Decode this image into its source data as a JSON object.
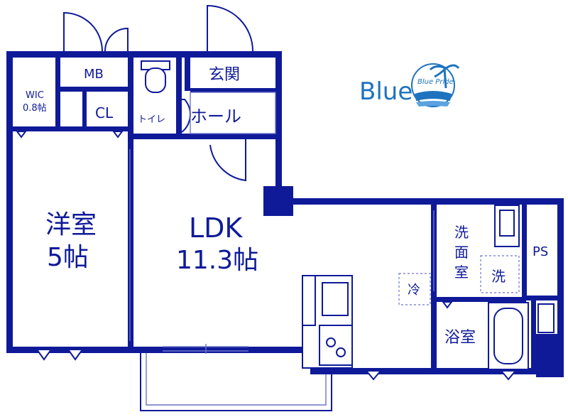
{
  "logo": {
    "text": "Blue",
    "badge_text": "Blue Pride",
    "brand_color": "#1e73be"
  },
  "colors": {
    "wall": "#0f1a99",
    "background": "#ffffff"
  },
  "rooms": {
    "western_room": {
      "name": "洋室",
      "size": "5帖"
    },
    "ldk": {
      "name": "LDK",
      "size": "11.3帖"
    },
    "wic": {
      "name": "WIC",
      "size": "0.8帖"
    },
    "mb": "MB",
    "cl": "CL",
    "toilet": "トイレ",
    "entrance": "玄関",
    "hall": "ホール",
    "washroom": "洗\n面\n室",
    "washroom_lines": [
      "洗",
      "面",
      "室"
    ],
    "ps": "PS",
    "fridge": "冷",
    "washer": "洗",
    "bathroom": "浴室"
  }
}
